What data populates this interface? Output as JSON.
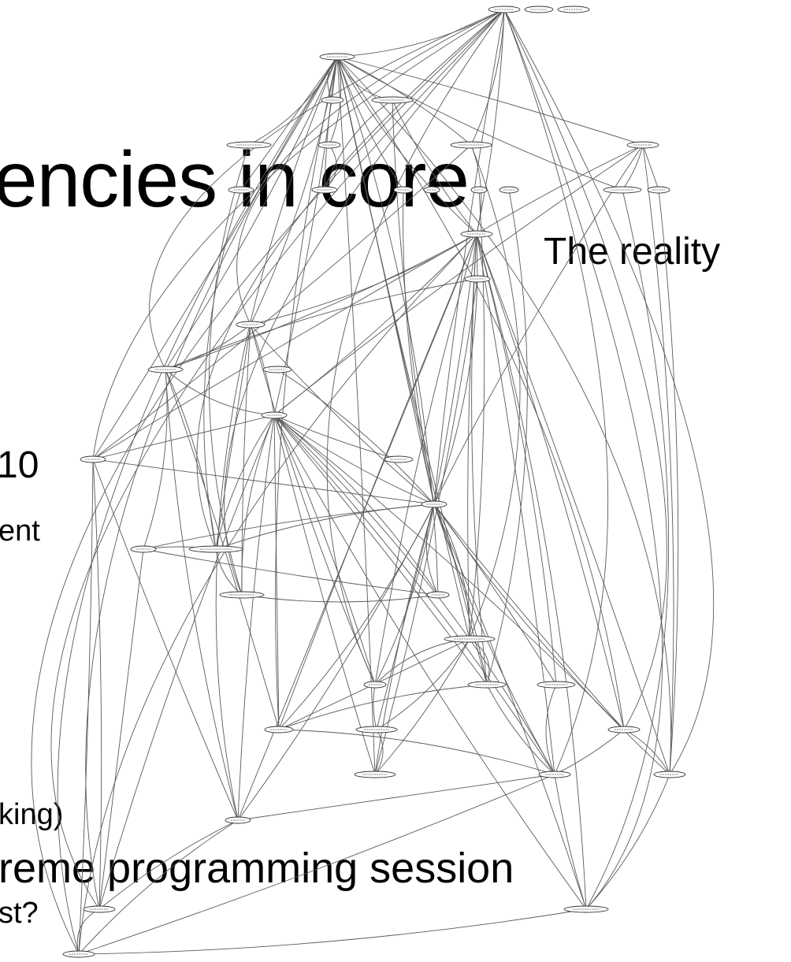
{
  "slide": {
    "title_fragment": "encies in core",
    "subtitle": "The reality",
    "fragments": {
      "line_10": "10",
      "line_ent": "ent",
      "line_king": "king)",
      "line_session": "reme programming session",
      "line_st": "st?"
    }
  },
  "graph": {
    "colors": {
      "edge": "#5a5a5a",
      "node_stroke": "#333333",
      "node_fill": "#ffffff"
    }
  }
}
